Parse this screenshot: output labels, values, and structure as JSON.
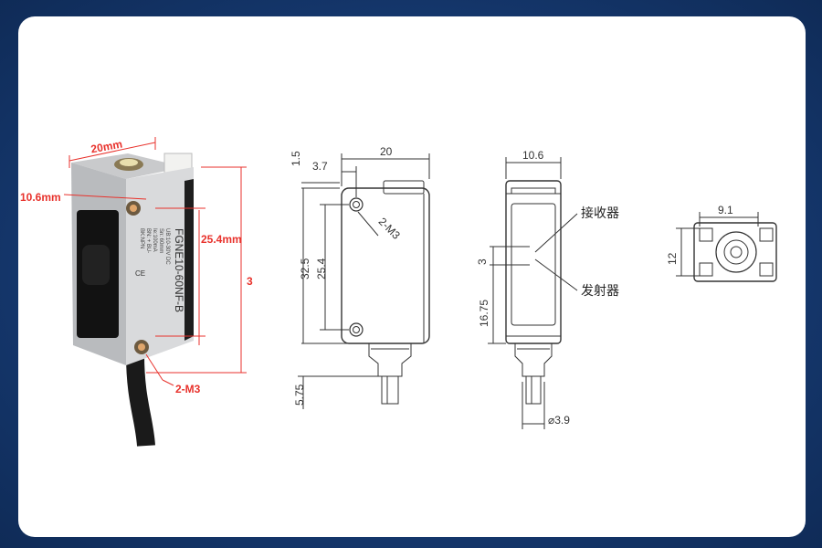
{
  "photo": {
    "dim_width": "20mm",
    "dim_depth": "10.6mm",
    "dim_hole_spacing": "25.4mm",
    "dim_height": "3",
    "hole_label": "2-M3",
    "model_label": "FGNE10-60NF-B",
    "spec_lines": [
      "UB:10-30V DC",
      "Sn: 60mm",
      "Ie:100mA",
      "BN: + BU-",
      "BK:NPN"
    ]
  },
  "side_view": {
    "dim_top_width": "20",
    "dim_hole_offset": "3.7",
    "dim_top_margin": "1.5",
    "dim_body_height": "32.5",
    "dim_hole_spacing": "25.4",
    "dim_bottom": "5.75",
    "hole_label": "2-M3"
  },
  "front_view": {
    "dim_width": "10.6",
    "dim_gap": "3",
    "dim_lower": "16.75",
    "dim_cable": "⌀3.9",
    "receiver_label": "接收器",
    "emitter_label": "发射器"
  },
  "top_view": {
    "dim_width": "9.1",
    "dim_height": "12"
  },
  "colors": {
    "background": "#163a72",
    "card": "#ffffff",
    "annotation_red": "#e8322c",
    "line": "#333333"
  }
}
